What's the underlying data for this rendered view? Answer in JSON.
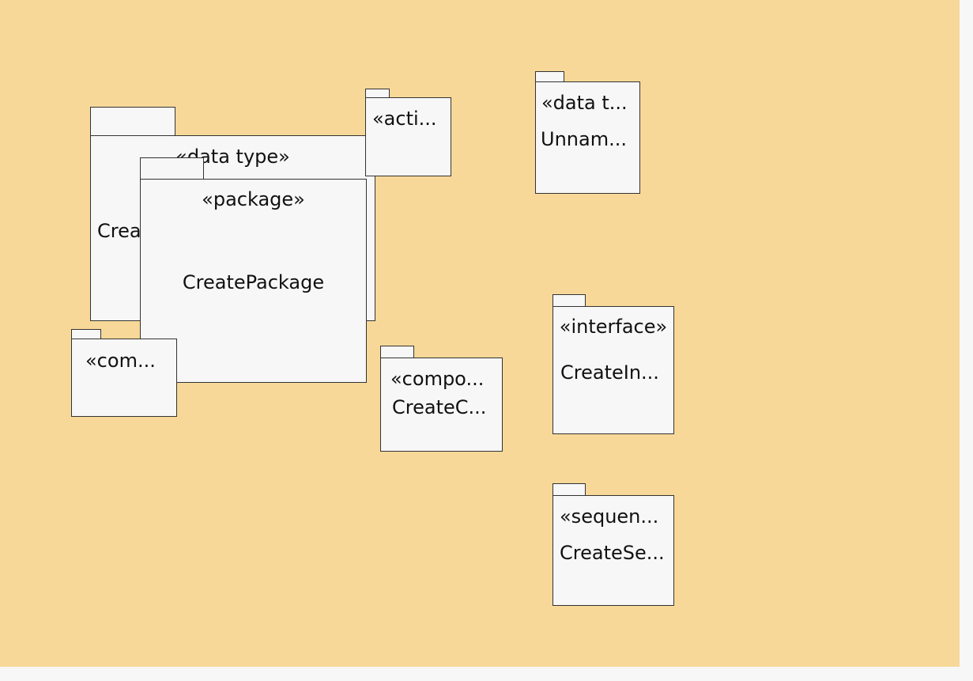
{
  "diagram": {
    "packages": [
      {
        "id": "datatype-large",
        "stereotype": "«data type»",
        "name": "Crea"
      },
      {
        "id": "activity",
        "stereotype": "«acti...",
        "name": ""
      },
      {
        "id": "package-main",
        "stereotype": "«package»",
        "name": "CreatePackage"
      },
      {
        "id": "component-small",
        "stereotype": "«com...",
        "name": ""
      },
      {
        "id": "component-mid",
        "stereotype": "«compo...",
        "name": "CreateC..."
      },
      {
        "id": "datatype-small",
        "stereotype": "«data t...",
        "name": "Unnam..."
      },
      {
        "id": "interface",
        "stereotype": "«interface»",
        "name": "CreateIn..."
      },
      {
        "id": "sequence",
        "stereotype": "«sequen...",
        "name": "CreateSe..."
      }
    ]
  }
}
